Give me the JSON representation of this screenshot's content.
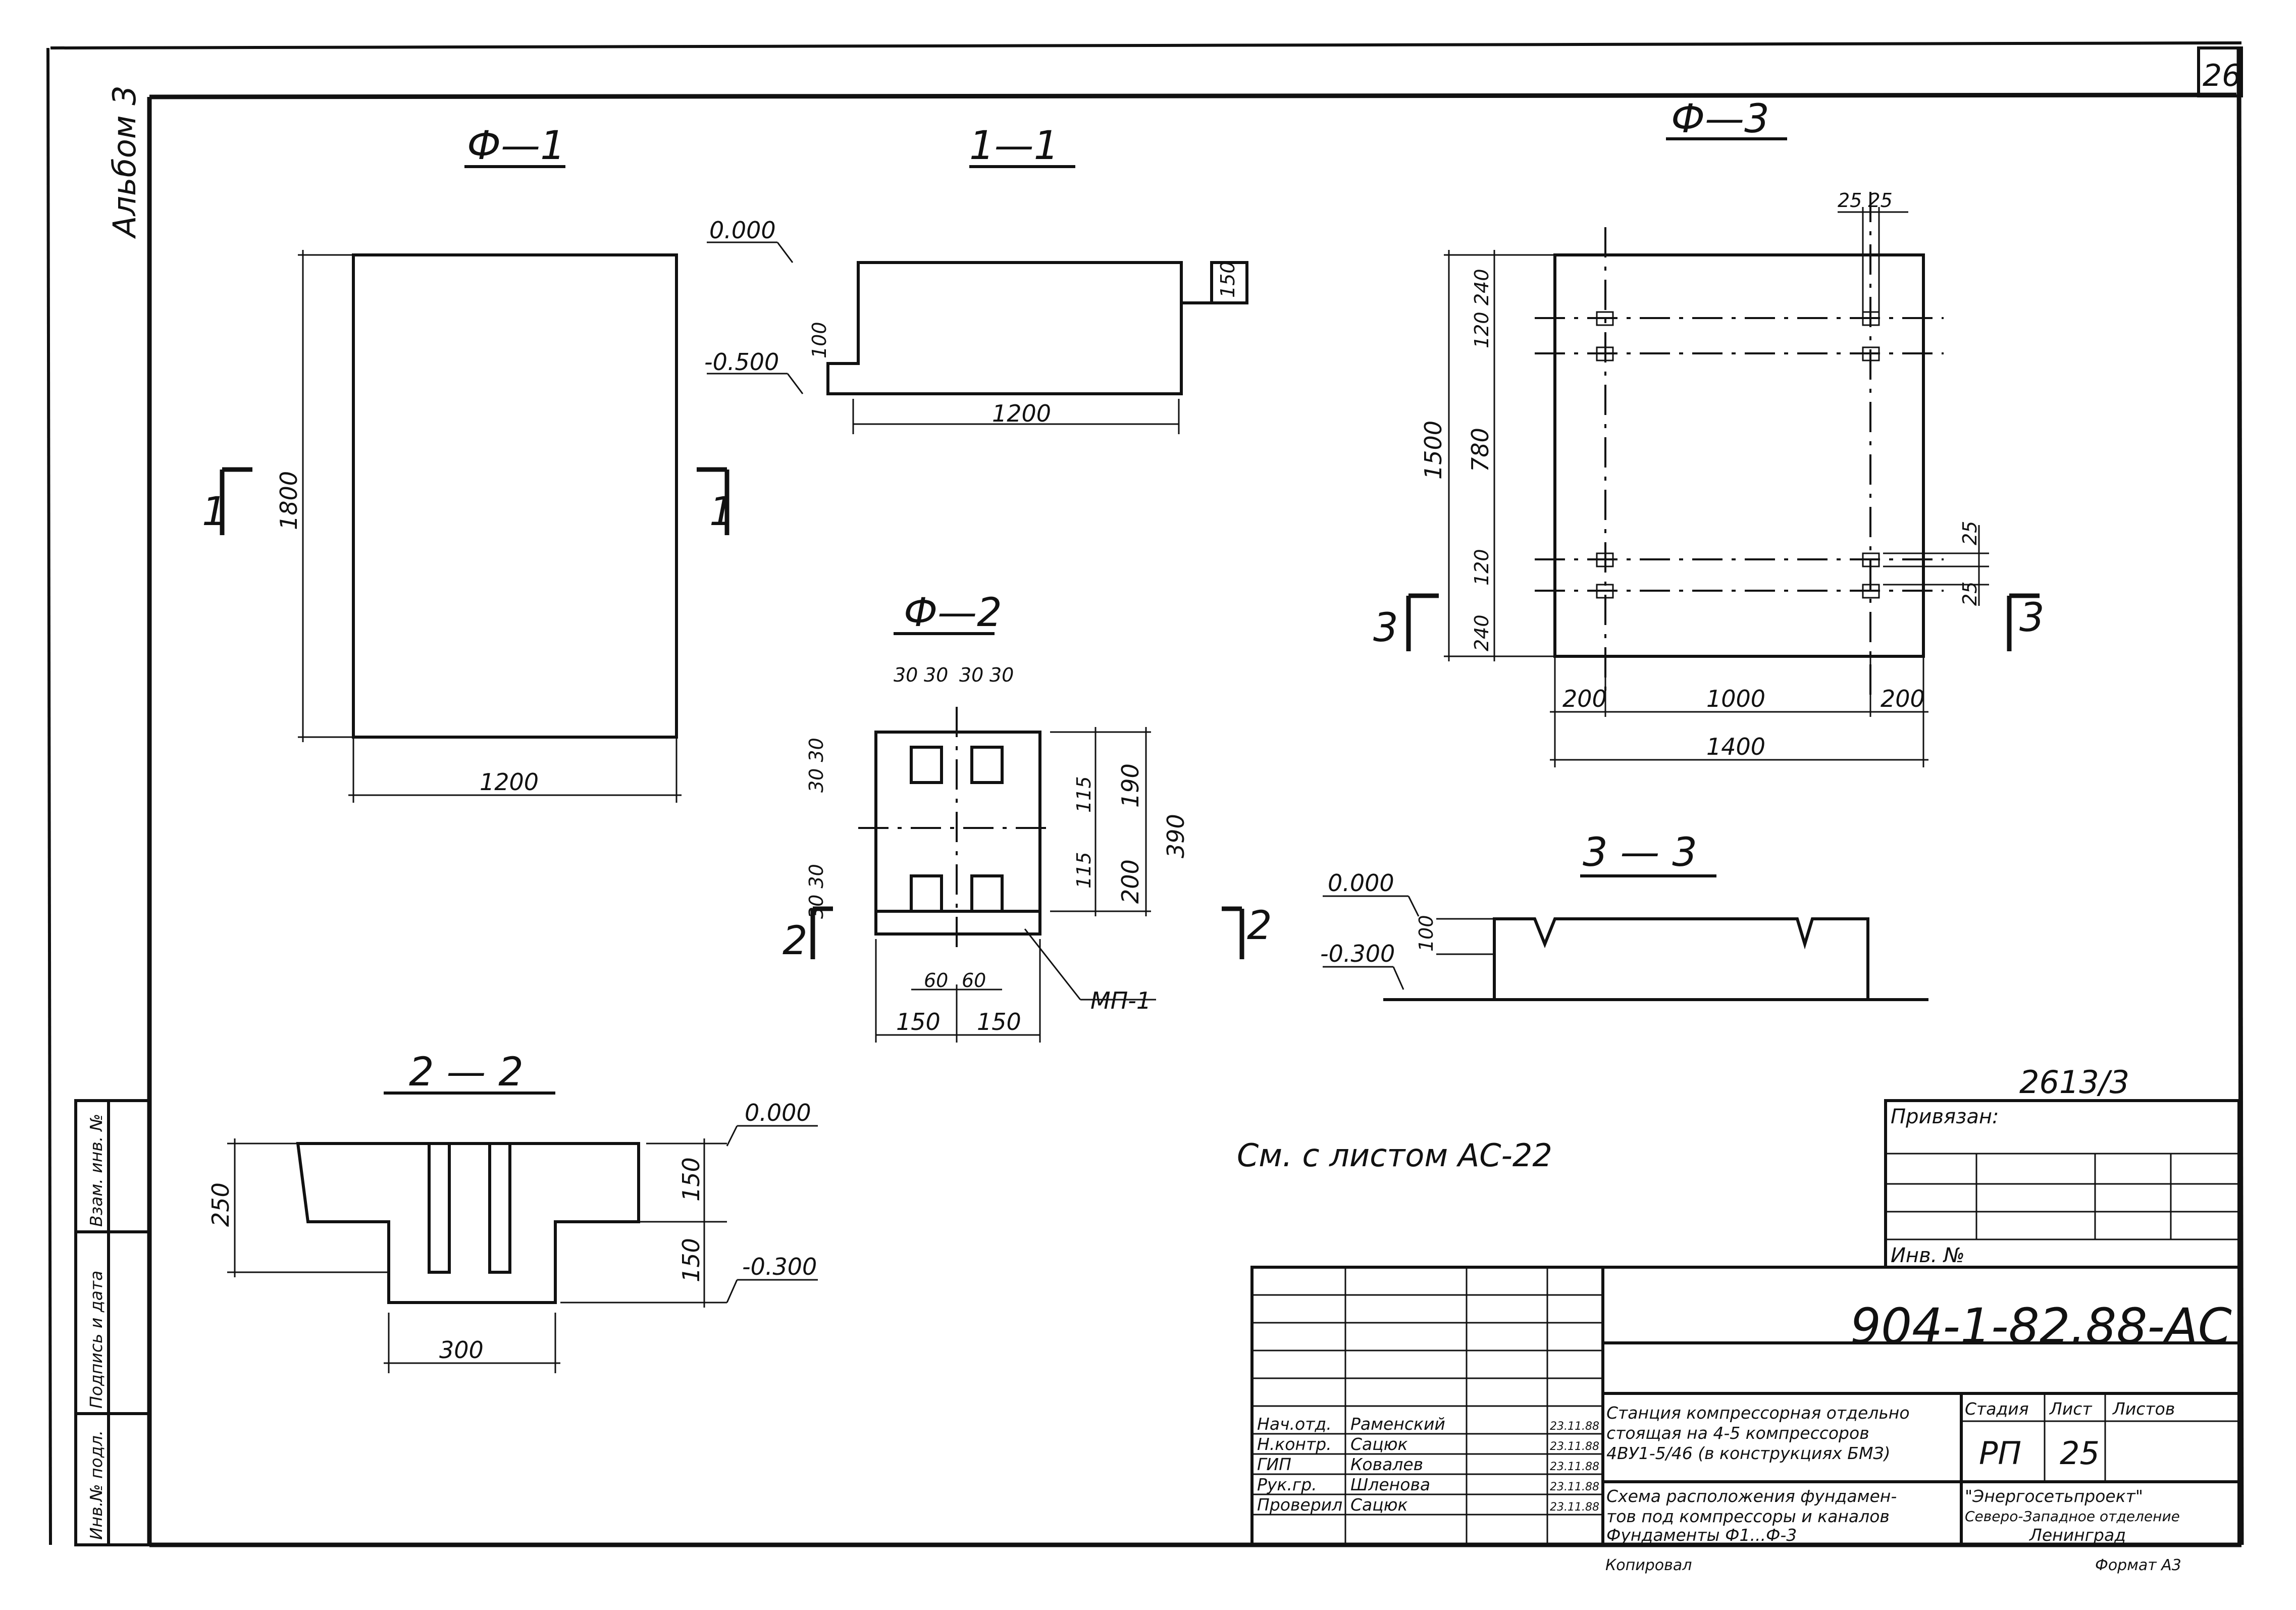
{
  "sheet": {
    "page_number": "26",
    "album": "Альбом 3",
    "drawing_code": "904-1-82.88-AC",
    "series_number": "2613/3",
    "note": "См. с листом АС-22",
    "bottom_copy": "Копировал",
    "bottom_format": "Формат А3"
  },
  "side_stamp": {
    "labels": [
      "Инв.№ подл.",
      "Подпись и дата",
      "Взам. инв. №"
    ]
  },
  "views": {
    "f1": {
      "title": "Ф—1",
      "width_dim": "1200",
      "height_dim": "1800",
      "cut_left": "1",
      "cut_right": "1"
    },
    "s11": {
      "title": "1—1",
      "level_top": "0.000",
      "level_bottom": "-0.500",
      "dim_width": "1200",
      "dim_step": "100",
      "dim_right": "150"
    },
    "f2": {
      "title": "Ф—2",
      "dim_top": [
        "30",
        "30",
        "30",
        "30"
      ],
      "dim_left_top": "30 30",
      "dim_left_bottom": "30 30",
      "dim_inner": [
        "115",
        "115"
      ],
      "dim_right": [
        "190",
        "200"
      ],
      "dim_total": "390",
      "dim_bottom_small": [
        "60",
        "60"
      ],
      "dim_bottom": [
        "150",
        "150"
      ],
      "plate_label": "МП-1",
      "cut_left": "2",
      "cut_right": "2"
    },
    "f3": {
      "title": "Ф—3",
      "dim_top": "25 25",
      "dim_left": [
        "240",
        "120",
        "780",
        "120",
        "240"
      ],
      "dim_total_left": "1500",
      "dim_right": [
        "25",
        "25"
      ],
      "dim_bottom": [
        "200",
        "1000",
        "200"
      ],
      "dim_total_bottom": "1400",
      "cut_left": "3",
      "cut_right": "3"
    },
    "s22": {
      "title": "2 — 2",
      "level_top": "0.000",
      "level_bottom": "-0.300",
      "dim_left": "250",
      "dim_right": [
        "150",
        "150"
      ],
      "dim_bottom": "300"
    },
    "s33": {
      "title": "3 — 3",
      "level_top": "0.000",
      "level_bottom": "-0.300",
      "dim_step": "100"
    }
  },
  "binding": {
    "label": "Привязан:",
    "inv_label": "Инв. №"
  },
  "title_block": {
    "roles": [
      {
        "role": "Нач.отд.",
        "name": "Раменский",
        "date": "23.11.88"
      },
      {
        "role": "Н.контр.",
        "name": "Сацюк",
        "date": "23.11.88"
      },
      {
        "role": "ГИП",
        "name": "Ковалев",
        "date": "23.11.88"
      },
      {
        "role": "Рук.гр.",
        "name": "Шленова",
        "date": "23.11.88"
      },
      {
        "role": "Проверил",
        "name": "Сацюк",
        "date": "23.11.88"
      }
    ],
    "project_lines": [
      "Станция компрессорная отдельно",
      "стоящая на 4-5 компрессоров",
      "4ВУ1-5/46 (в конструкциях БМЗ)"
    ],
    "sheet_lines": [
      "Схема расположения фундамен-",
      "тов под компрессоры и каналов",
      "Фундаменты Ф1...Ф-3"
    ],
    "stage_header": "Стадия",
    "sheet_header": "Лист",
    "sheets_header": "Листов",
    "stage": "РП",
    "sheet_no": "25",
    "sheets": "",
    "org_lines": [
      "\"Энергосетьпроект\"",
      "Северо-Западное отделение",
      "Ленинград"
    ]
  }
}
